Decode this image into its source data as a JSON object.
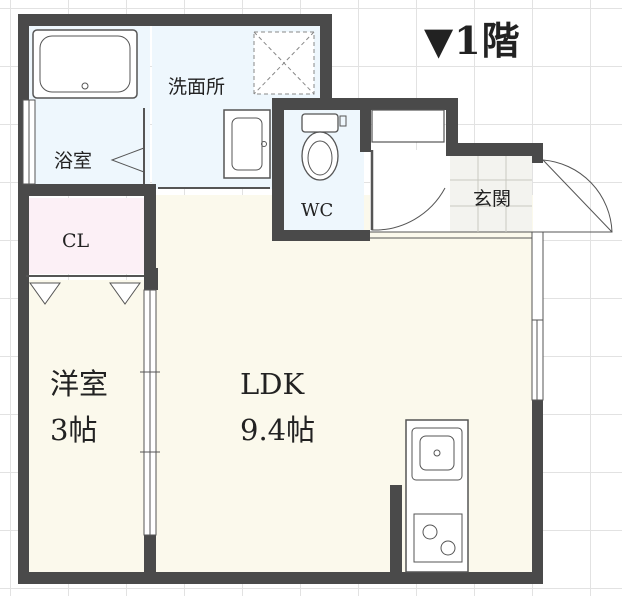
{
  "floor_label": "▼1階",
  "rooms": {
    "bath": "浴室",
    "washroom": "洗面所",
    "toilet": "WC",
    "entrance": "玄関",
    "closet": "CL",
    "western_name": "洋室",
    "western_size": "3帖",
    "ldk_name": "LDK",
    "ldk_size": "9.4帖"
  },
  "colors": {
    "wall": "#4a4a4a",
    "floor_ldk": "#fbf9ec",
    "floor_wet": "#eef7fd",
    "floor_closet": "#fcf0f6",
    "floor_entrance": "#f3f3ef"
  }
}
